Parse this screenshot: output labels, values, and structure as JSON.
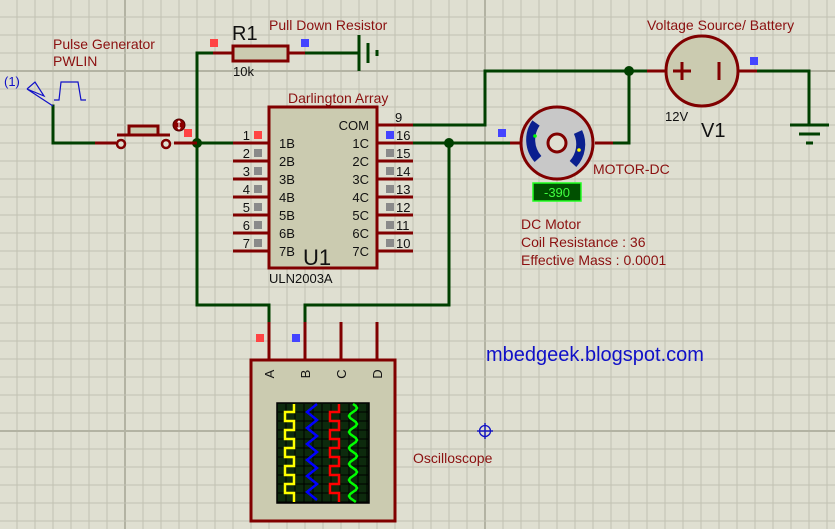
{
  "schematic": {
    "pulse_generator": {
      "title": "Pulse Generator",
      "model": "PWLIN",
      "terminal_label": "(1)"
    },
    "resistor": {
      "ref": "R1",
      "value": "10k",
      "description": "Pull Down Resistor"
    },
    "ic": {
      "description": "Darlington Array",
      "ref": "U1",
      "part": "ULN2003A",
      "left_pins": [
        {
          "num": "1",
          "name": "1B"
        },
        {
          "num": "2",
          "name": "2B"
        },
        {
          "num": "3",
          "name": "3B"
        },
        {
          "num": "4",
          "name": "4B"
        },
        {
          "num": "5",
          "name": "5B"
        },
        {
          "num": "6",
          "name": "6B"
        },
        {
          "num": "7",
          "name": "7B"
        }
      ],
      "right_pins": [
        {
          "num": "9",
          "name": "COM"
        },
        {
          "num": "16",
          "name": "1C"
        },
        {
          "num": "15",
          "name": "2C"
        },
        {
          "num": "14",
          "name": "3C"
        },
        {
          "num": "13",
          "name": "4C"
        },
        {
          "num": "12",
          "name": "5C"
        },
        {
          "num": "11",
          "name": "6C"
        },
        {
          "num": "10",
          "name": "7C"
        }
      ]
    },
    "motor": {
      "type_label": "MOTOR-DC",
      "readout": "-390",
      "properties": [
        "DC Motor",
        "Coil Resistance : 36",
        "Effective Mass : 0.0001"
      ]
    },
    "battery": {
      "description": "Voltage Source/ Battery",
      "value": "12V",
      "ref": "V1",
      "symbol_plus": "+",
      "symbol_minus": "I"
    },
    "oscilloscope": {
      "label": "Oscilloscope",
      "channels": [
        "A",
        "B",
        "C",
        "D"
      ],
      "trace_colors": [
        "#ffff00",
        "#0000ff",
        "#ff0000",
        "#00ff00"
      ]
    },
    "watermark": "mbedgeek.blogspot.com",
    "colors": {
      "wire": "#004000",
      "pin": "#800000",
      "label_red": "#8b1010",
      "label_blue": "#1010c8",
      "grid": "#bdbdae",
      "background": "#dfdfd1"
    }
  }
}
